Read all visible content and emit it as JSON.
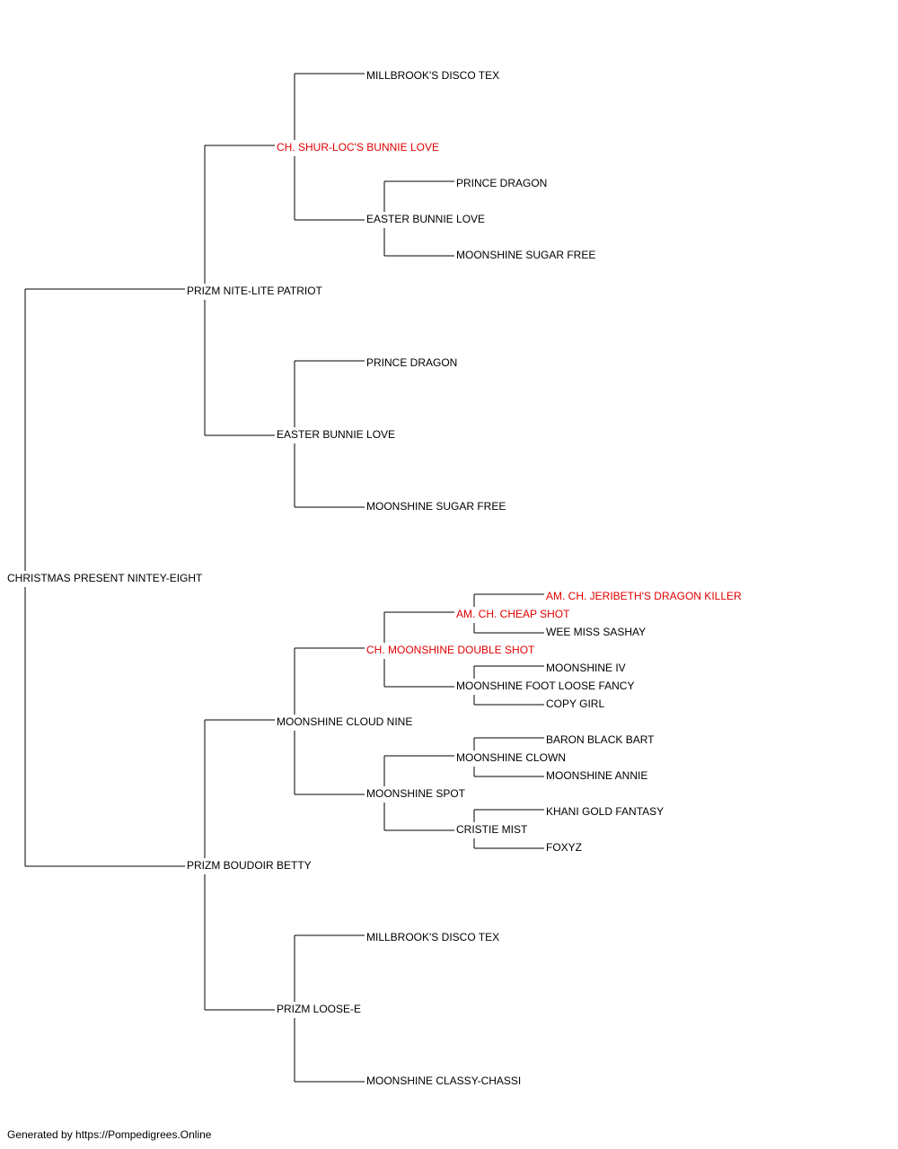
{
  "pedigree": {
    "subject": "CHRISTMAS PRESENT NINTEY-EIGHT",
    "sire": {
      "name": "PRIZM NITE-LITE PATRIOT",
      "sire": {
        "name": "CH. SHUR-LOC'S BUNNIE LOVE",
        "champion": true,
        "sire": {
          "name": "MILLBROOK'S DISCO TEX"
        },
        "dam": {
          "name": "EASTER BUNNIE LOVE",
          "sire": {
            "name": "PRINCE DRAGON"
          },
          "dam": {
            "name": "MOONSHINE SUGAR FREE"
          }
        }
      },
      "dam": {
        "name": "EASTER BUNNIE LOVE",
        "sire": {
          "name": "PRINCE DRAGON"
        },
        "dam": {
          "name": "MOONSHINE SUGAR FREE"
        }
      }
    },
    "dam": {
      "name": "PRIZM BOUDOIR BETTY",
      "sire": {
        "name": "MOONSHINE CLOUD NINE",
        "sire": {
          "name": "CH. MOONSHINE DOUBLE SHOT",
          "champion": true,
          "sire": {
            "name": "AM. CH. CHEAP SHOT",
            "champion": true,
            "sire": {
              "name": "AM. CH. JERIBETH'S DRAGON KILLER",
              "champion": true
            },
            "dam": {
              "name": "WEE MISS SASHAY"
            }
          },
          "dam": {
            "name": "MOONSHINE FOOT LOOSE FANCY",
            "sire": {
              "name": "MOONSHINE IV"
            },
            "dam": {
              "name": "COPY GIRL"
            }
          }
        },
        "dam": {
          "name": "MOONSHINE SPOT",
          "sire": {
            "name": "MOONSHINE CLOWN",
            "sire": {
              "name": "BARON BLACK BART"
            },
            "dam": {
              "name": "MOONSHINE ANNIE"
            }
          },
          "dam": {
            "name": "CRISTIE MIST",
            "sire": {
              "name": "KHANI GOLD FANTASY"
            },
            "dam": {
              "name": "FOXYZ"
            }
          }
        }
      },
      "dam": {
        "name": "PRIZM LOOSE-E",
        "sire": {
          "name": "MILLBROOK'S DISCO TEX"
        },
        "dam": {
          "name": "MOONSHINE CLASSY-CHASSI"
        }
      }
    }
  },
  "colors": {
    "line": "#000000",
    "champion": "#e00000",
    "normal": "#000000"
  },
  "footer": "Generated by https://Pompedigrees.Online"
}
